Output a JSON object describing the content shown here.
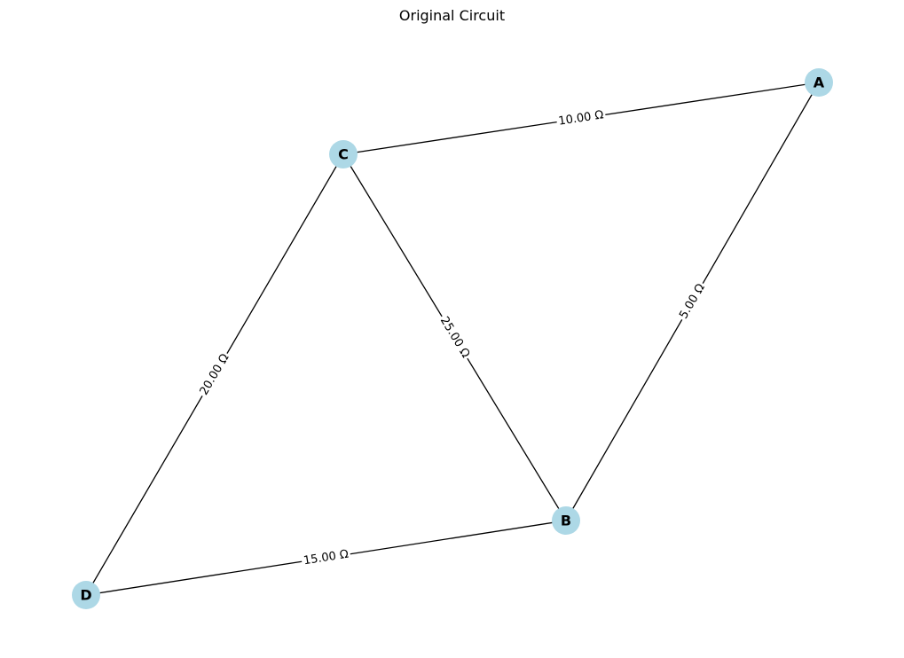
{
  "title": "Original Circuit",
  "colors": {
    "node_fill": "#add8e6",
    "edge_stroke": "#000000",
    "background": "#ffffff"
  },
  "nodes": [
    {
      "id": "A",
      "label": "A"
    },
    {
      "id": "B",
      "label": "B"
    },
    {
      "id": "C",
      "label": "C"
    },
    {
      "id": "D",
      "label": "D"
    }
  ],
  "edges": [
    {
      "from": "C",
      "to": "A",
      "label": "10.00 Ω"
    },
    {
      "from": "A",
      "to": "B",
      "label": "5.00 Ω"
    },
    {
      "from": "C",
      "to": "B",
      "label": "25.00 Ω"
    },
    {
      "from": "C",
      "to": "D",
      "label": "20.00 Ω"
    },
    {
      "from": "D",
      "to": "B",
      "label": "15.00 Ω"
    }
  ]
}
